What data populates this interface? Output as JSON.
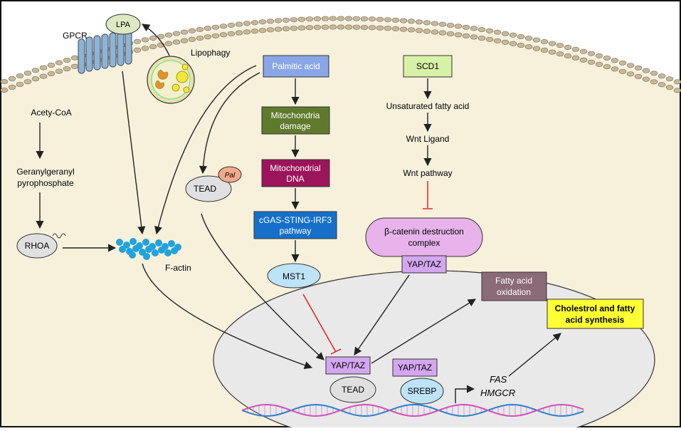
{
  "labels": {
    "lpa": "LPA",
    "gpcr": "GPCR",
    "lipophagy": "Lipophagy",
    "palmitic_acid": "Palmitic acid",
    "scd1": "SCD1",
    "mito_damage": [
      "Mitochondria",
      "damage"
    ],
    "mito_dna": [
      "Mitochondrial",
      "DNA"
    ],
    "cgas": [
      "cGAS-STING-IRF3",
      "pathway"
    ],
    "mst1": "MST1",
    "acetyl_coa": "Acety-CoA",
    "ggpp": [
      "Geranylgeranyl",
      "pyrophosphate"
    ],
    "rhoa": "RHOA",
    "f_actin": "F-actin",
    "tead_top": "TEAD",
    "pal": "Pal",
    "unsat_fa": "Unsaturated fatty acid",
    "wnt_ligand": "Wnt Ligand",
    "wnt_pathway": "Wnt pathway",
    "bcatenin": [
      "β-catenin destruction",
      "complex"
    ],
    "yaptaz_cyto": "YAP/TAZ",
    "fao": [
      "Fatty acid",
      "oxidation"
    ],
    "chol": [
      "Cholestrol and fatty",
      "acid synthesis"
    ],
    "yaptaz_nuc1": "YAP/TAZ",
    "tead_nuc": "TEAD",
    "yaptaz_nuc2": "YAP/TAZ",
    "srebp": "SREBP",
    "fas": "FAS",
    "hmgcr": "HMGCR"
  },
  "colors": {
    "cytoplasm": "#f7f1dc",
    "nucleus": "#e9e9e9",
    "membrane": "#c7b89a",
    "palmitic": "#8aa6e6",
    "scd1": "#d7f2a6",
    "mito_damage": "#5f7a2c",
    "mito_dna": "#9c145b",
    "cgas": "#1670c9",
    "mst1": "#bde3f6",
    "bcatenin": "#e7b3ea",
    "yaptaz": "#d3a7ef",
    "fao": "#8b6b78",
    "chol": "#ffff33",
    "inhibit": "#e01919",
    "f_actin": "#21a3dc"
  }
}
